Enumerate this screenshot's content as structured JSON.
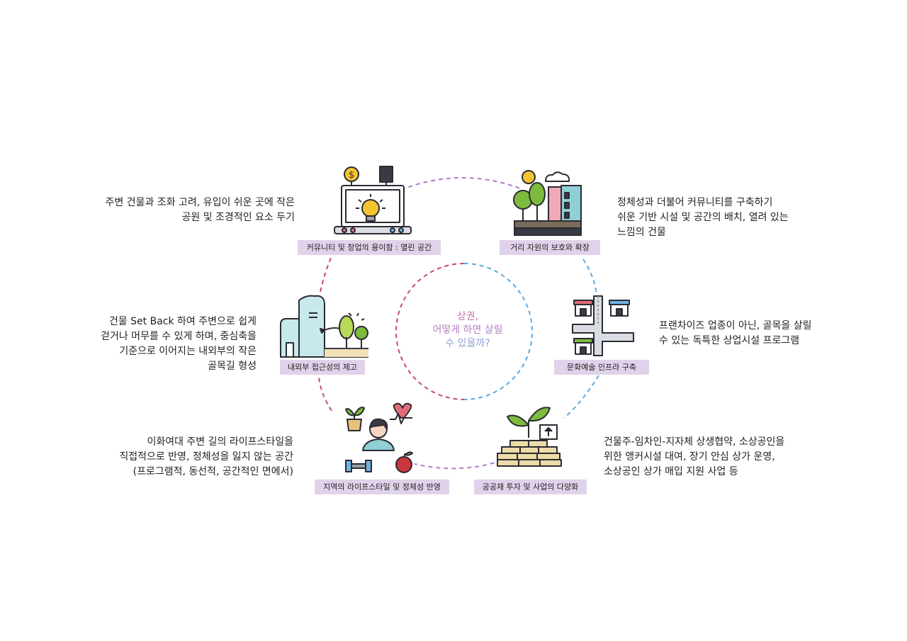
{
  "center_question": {
    "line1": "상권,",
    "line2": "어떻게 하면 살릴",
    "line3": "수 있을까?"
  },
  "nodes": [
    {
      "id": "open-space",
      "tag": "커뮤니티 및 창업의 용이함 : 열린 공간",
      "desc": [
        "주변 건물과 조화 고려, 유입이 쉬운 곳에 작은",
        "공원 및 조경적인 요소 두기"
      ],
      "icon": "laptop-idea-icon"
    },
    {
      "id": "street-resources",
      "tag": "거리 자원의 보호와 확장",
      "desc": [
        "정체성과 더불어 커뮤니티를 구축하기",
        "쉬운 기반 시설 및 공간의 배치, 열려 있는",
        "느낌의 건물"
      ],
      "icon": "city-park-icon"
    },
    {
      "id": "culture-infra",
      "tag": "문화예술 인프라 구축",
      "desc": [
        "프랜차이즈 업종이 아닌, 골목을 살릴",
        "수 있는 독특한 상업시설 프로그램"
      ],
      "icon": "street-shops-icon"
    },
    {
      "id": "public-investment",
      "tag": "공공재 투자 및 사업의 다양화",
      "desc": [
        "건물주-임차인-지자체 상생협약, 소상공인을",
        "위한 앵커시설 대여, 장기 안심 상가 운영,",
        "소상공인 상가 매입 지원 사업 등"
      ],
      "icon": "growth-bricks-icon"
    },
    {
      "id": "local-lifestyle",
      "tag": "지역의 라이프스타일 및 정체성 반영",
      "desc": [
        "이화여대 주변 길의 라이프스타일을",
        "직접적으로 반영, 정체성을 잃지 않는 공간",
        "(프로그램적, 동선적, 공간적인 면에서)"
      ],
      "icon": "lifestyle-person-icon"
    },
    {
      "id": "accessibility",
      "tag": "내외부 접근성의 제고",
      "desc": [
        "건물 Set Back 하여 주변으로 쉽게",
        "걷거나 머무를 수 있게 하며, 중심축을",
        "기준으로 이어지는 내외부의 작은",
        "골목길 형성"
      ],
      "icon": "building-setback-icon"
    }
  ],
  "colors": {
    "pink": "#c9467e",
    "purple": "#b27ad0",
    "blue": "#5aa9e0",
    "tag_bg": "#e0d2ea",
    "outline": "#2b2b33"
  }
}
